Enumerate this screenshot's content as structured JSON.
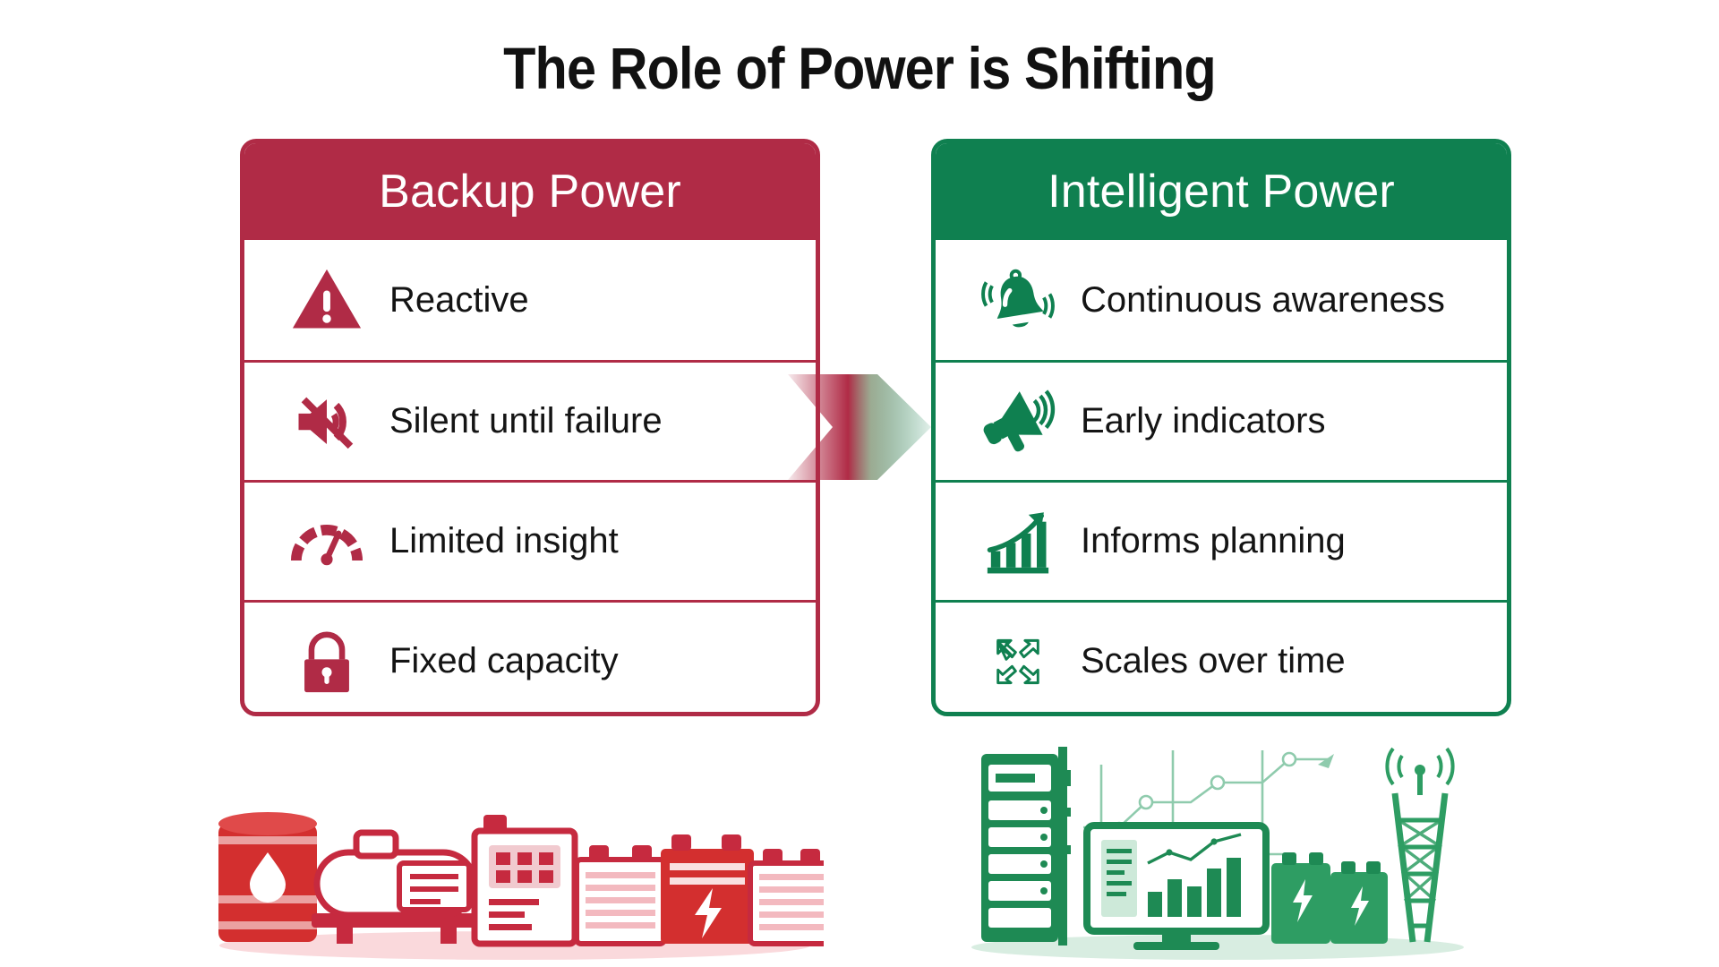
{
  "title": "The Role of Power is Shifting",
  "colors": {
    "backup_red": "#B02B46",
    "intelligent_green": "#0F8050",
    "text_dark": "#141414",
    "white": "#FFFFFF",
    "barrel_red": "#D32F2F",
    "shadow_pink": "#FAD9DC",
    "shadow_green": "#D8EDE1"
  },
  "cards": [
    {
      "id": "backup-power",
      "header": "Backup Power",
      "accent": "#B02B46",
      "rows": [
        {
          "icon": "warning-triangle-icon",
          "label": "Reactive"
        },
        {
          "icon": "speaker-muted-icon",
          "label": "Silent until failure"
        },
        {
          "icon": "gauge-icon",
          "label": "Limited insight"
        },
        {
          "icon": "lock-icon",
          "label": "Fixed capacity"
        }
      ]
    },
    {
      "id": "intelligent-power",
      "header": "Intelligent Power",
      "accent": "#0F8050",
      "rows": [
        {
          "icon": "ringing-bell-icon",
          "label": "Continuous awareness"
        },
        {
          "icon": "megaphone-icon",
          "label": "Early indicators"
        },
        {
          "icon": "growth-bar-chart-icon",
          "label": "Informs planning"
        },
        {
          "icon": "expand-arrows-icon",
          "label": "Scales over time"
        }
      ]
    }
  ],
  "transition": {
    "name": "chevron-arrow-red-to-green",
    "from_color": "#B02B46",
    "to_color": "#0F8050"
  },
  "illustrations": {
    "left": {
      "name": "legacy-backup-equipment-illustration",
      "parts": [
        "fuel-barrel",
        "diesel-generator",
        "control-cabinet",
        "battery-bank"
      ]
    },
    "right": {
      "name": "intelligent-power-system-illustration",
      "parts": [
        "server-rack",
        "network-diagram",
        "monitoring-dashboard",
        "smart-batteries",
        "telecom-tower"
      ]
    }
  }
}
